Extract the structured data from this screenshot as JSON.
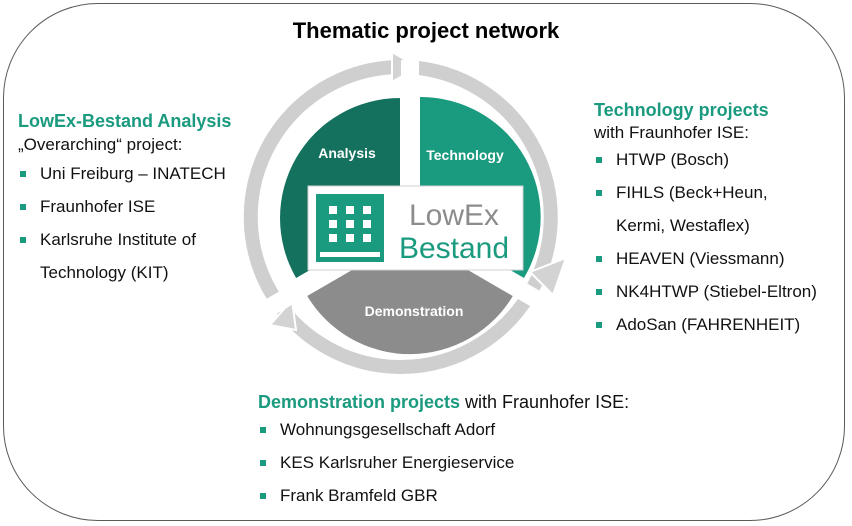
{
  "title": "Thematic project network",
  "left": {
    "heading": "LowEx-Bestand Analysis",
    "subheading": "„Overarching“ project:",
    "items": [
      "Uni Freiburg – INATECH",
      "Fraunhofer ISE",
      "Karlsruhe Institute of",
      "Technology (KIT)"
    ]
  },
  "right": {
    "heading": "Technology projects",
    "subheading": "with Fraunhofer ISE:",
    "items": [
      "HTWP (Bosch)",
      "FIHLS (Beck+Heun,",
      "Kermi, Westaflex)",
      "HEAVEN (Viessmann)",
      "NK4HTWP (Stiebel-Eltron)",
      "AdoSan (FAHRENHEIT)"
    ]
  },
  "bottom": {
    "heading": "Demonstration projects",
    "heading_suffix": " with Fraunhofer ISE:",
    "items": [
      "Wohnungsgesellschaft Adorf",
      "KES Karlsruher Energieservice",
      "Frank Bramfeld GBR"
    ]
  },
  "cycle": {
    "analysis": "Analysis",
    "technology": "Technology",
    "demonstration": "Demonstration"
  },
  "logo": {
    "line1": "LowEx",
    "line2": "Bestand"
  },
  "colors": {
    "accent": "#1a9a7e",
    "dark_green": "#13715e",
    "gray": "#8c8c8c",
    "light_gray": "#cfcfcf"
  }
}
